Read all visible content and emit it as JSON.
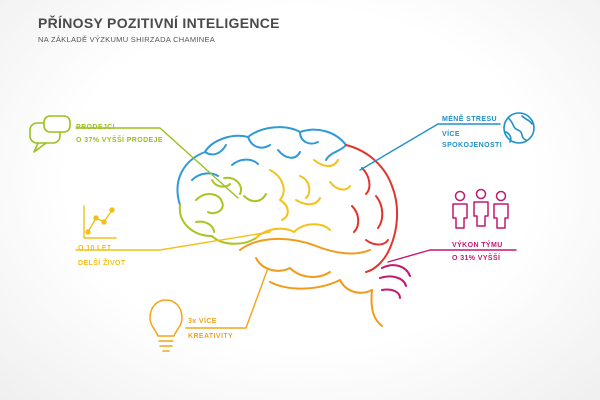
{
  "header": {
    "title": "PŘÍNOSY POZITIVNÍ INTELIGENCE",
    "subtitle": "NA ZÁKLADĚ VÝZKUMU SHIRZADA CHAMINEA"
  },
  "benefits": {
    "sales": {
      "line1": "PRODEJCI",
      "line2": "O 37% VYŠŠÍ PRODEJE",
      "color": "#9bbf1e",
      "icon": "speech-bubbles-icon"
    },
    "stress": {
      "line1": "MÉNĚ STRESU",
      "line2": "VÍCE",
      "line3": "SPOKOJENOSTI",
      "color": "#1e90c8",
      "icon": "globe-icon"
    },
    "life": {
      "line1": "O 10 LET",
      "line2": "DELŠÍ ŽIVOT",
      "color": "#f2c01a",
      "icon": "line-graph-icon"
    },
    "team": {
      "line1": "VÝKON TÝMU",
      "line2": "O 31% VYŠŠÍ",
      "color": "#c2186f",
      "icon": "people-icon"
    },
    "creativity": {
      "line1": "3x VÍCE",
      "line2": "KREATIVITY",
      "color": "#f2a51a",
      "icon": "lightbulb-icon"
    }
  },
  "colors": {
    "brain_blue": "#2f9ad6",
    "brain_green": "#a8c523",
    "brain_yellow": "#f4c21a",
    "brain_orange": "#f29a1a",
    "brain_red": "#e2332d",
    "brain_magenta": "#c2186f"
  }
}
